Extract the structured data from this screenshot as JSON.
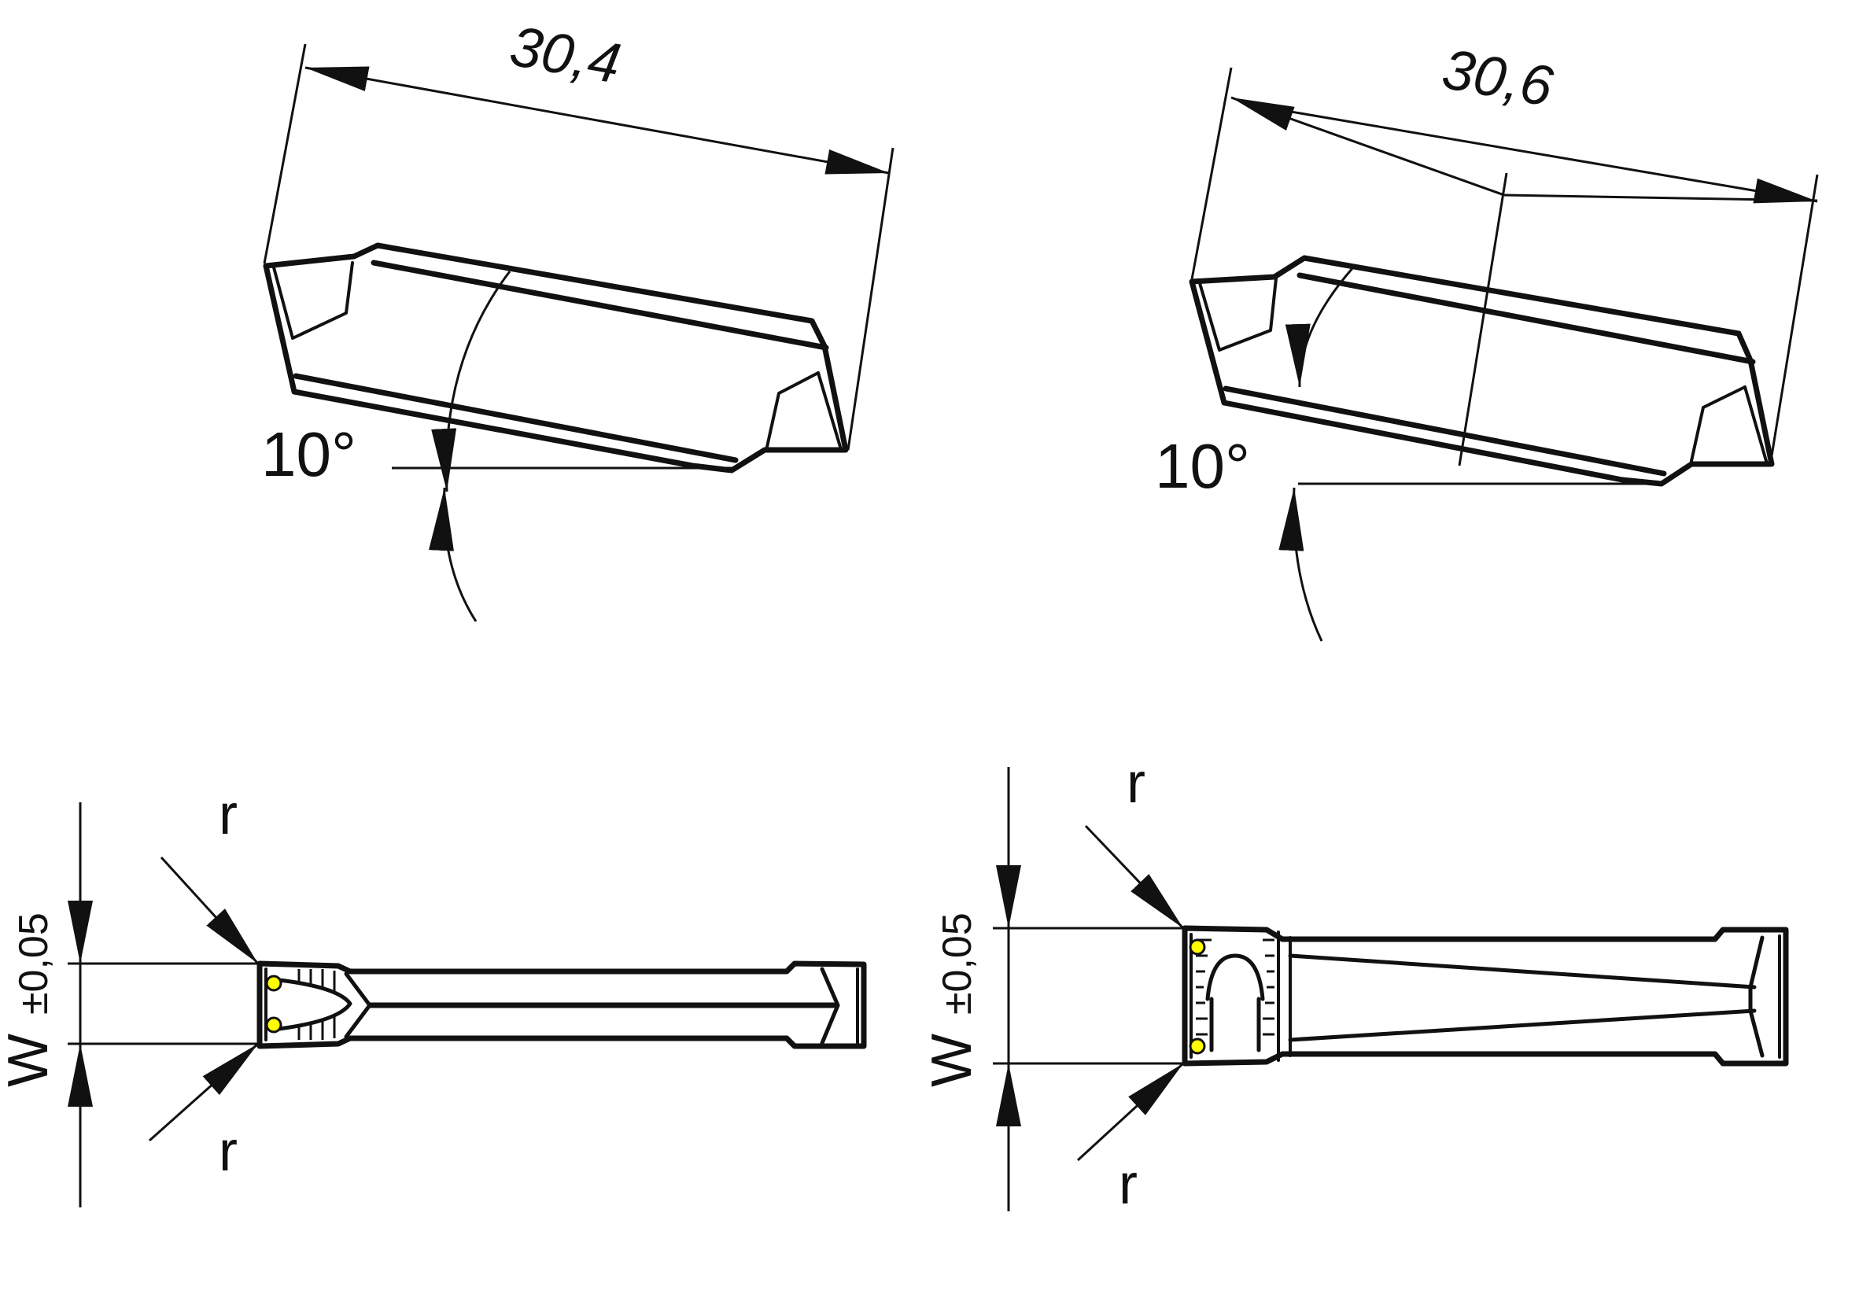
{
  "colors": {
    "insert_fill": "#ffff00",
    "ink": "#111111",
    "background": "#ffffff"
  },
  "views": {
    "top_left": {
      "length": "30,4",
      "angle": "10°"
    },
    "top_right": {
      "length": "30,6",
      "angle": "10°"
    },
    "bottom_left": {
      "width_label": "W",
      "tolerance": "±0,05",
      "radius_top": "r",
      "radius_bottom": "r"
    },
    "bottom_right": {
      "width_label": "W",
      "tolerance": "±0,05",
      "radius_top": "r",
      "radius_bottom": "r"
    }
  }
}
